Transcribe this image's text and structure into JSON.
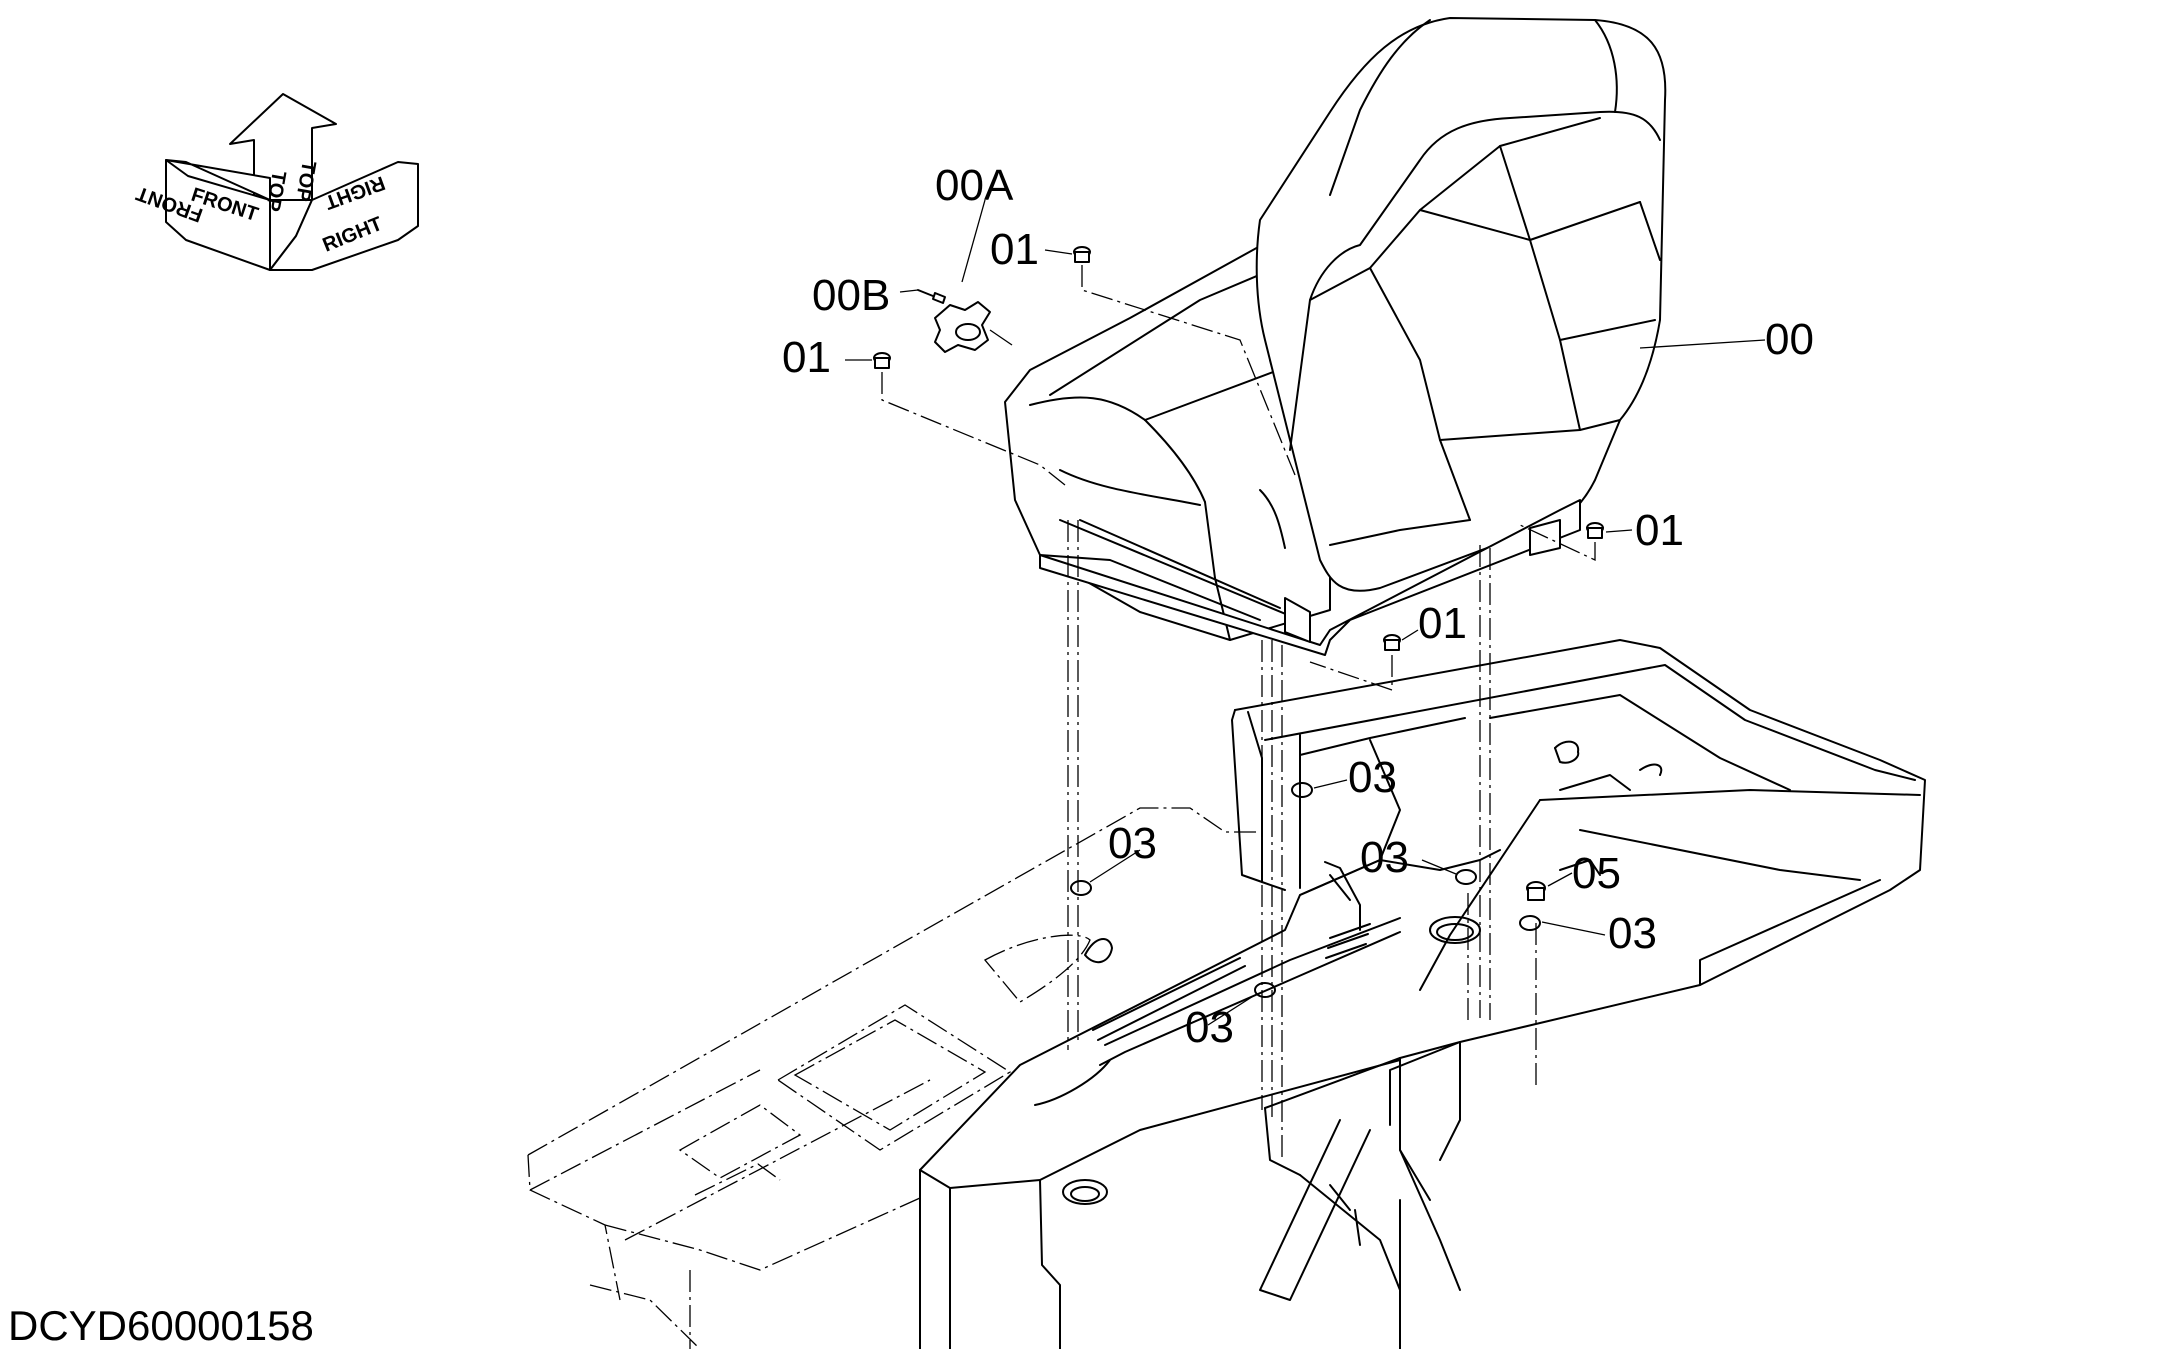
{
  "document_id": "DCYD60000158",
  "compass": {
    "front": "FRONT",
    "top": "TOP",
    "right": "RIGHT"
  },
  "callouts": [
    {
      "id": "00A",
      "text": "00A"
    },
    {
      "id": "00B",
      "text": "00B"
    },
    {
      "id": "01-top",
      "text": "01"
    },
    {
      "id": "01-left",
      "text": "01"
    },
    {
      "id": "00",
      "text": "00"
    },
    {
      "id": "01-right",
      "text": "01"
    },
    {
      "id": "01-lower",
      "text": "01"
    },
    {
      "id": "03-a",
      "text": "03"
    },
    {
      "id": "03-b",
      "text": "03"
    },
    {
      "id": "03-c",
      "text": "03"
    },
    {
      "id": "05",
      "text": "05"
    },
    {
      "id": "03-d",
      "text": "03"
    },
    {
      "id": "03-e",
      "text": "03"
    }
  ]
}
